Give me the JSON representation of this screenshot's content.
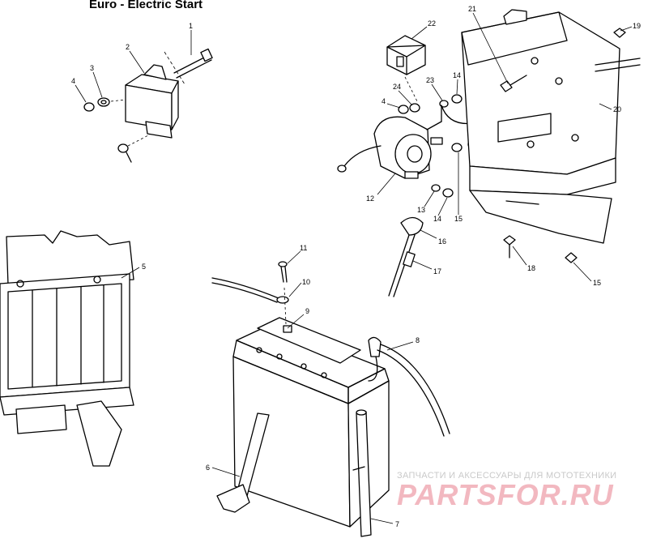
{
  "title": "Euro - Electric Start",
  "callouts": [
    {
      "id": "c1",
      "label": "1"
    },
    {
      "id": "c2",
      "label": "2"
    },
    {
      "id": "c3",
      "label": "3"
    },
    {
      "id": "c4a",
      "label": "4"
    },
    {
      "id": "c22",
      "label": "22"
    },
    {
      "id": "c21",
      "label": "21"
    },
    {
      "id": "c19a",
      "label": "19"
    },
    {
      "id": "c24",
      "label": "24"
    },
    {
      "id": "c23",
      "label": "23"
    },
    {
      "id": "c14a",
      "label": "14"
    },
    {
      "id": "c4b",
      "label": "4"
    },
    {
      "id": "c20",
      "label": "20"
    },
    {
      "id": "c12",
      "label": "12"
    },
    {
      "id": "c13",
      "label": "13"
    },
    {
      "id": "c14b",
      "label": "14"
    },
    {
      "id": "c15a",
      "label": "15"
    },
    {
      "id": "c16",
      "label": "16"
    },
    {
      "id": "c17",
      "label": "17"
    },
    {
      "id": "c5",
      "label": "5"
    },
    {
      "id": "c18",
      "label": "18"
    },
    {
      "id": "c15b",
      "label": "15"
    },
    {
      "id": "c11",
      "label": "11"
    },
    {
      "id": "c10",
      "label": "10"
    },
    {
      "id": "c9",
      "label": "9"
    },
    {
      "id": "c8",
      "label": "8"
    },
    {
      "id": "c6",
      "label": "6"
    },
    {
      "id": "c7",
      "label": "7"
    }
  ],
  "watermark": {
    "tagline": "ЗАПЧАСТИ И АКСЕССУАРЫ ДЛЯ МОТОТЕХНИКИ",
    "brand": "PARTSFOR.RU"
  }
}
